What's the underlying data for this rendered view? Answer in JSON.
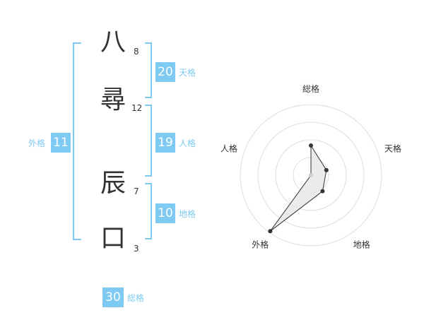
{
  "name_chars": [
    {
      "char": "八",
      "strokes": "8"
    },
    {
      "char": "尋",
      "strokes": "12"
    },
    {
      "char": "辰",
      "strokes": "7"
    },
    {
      "char": "口",
      "strokes": "3"
    }
  ],
  "fortunes": {
    "tenkaku": {
      "value": "20",
      "label": "天格"
    },
    "jinkaku": {
      "value": "19",
      "label": "人格"
    },
    "chikaku": {
      "value": "10",
      "label": "地格"
    },
    "gaikaku": {
      "value": "11",
      "label": "外格"
    },
    "soukaku": {
      "value": "30",
      "label": "総格"
    }
  },
  "colors": {
    "accent": "#7fcaf2",
    "text": "#333333",
    "radar_fill": "#e6e6e6",
    "radar_ring": "#dddddd",
    "radar_point": "#333333"
  },
  "chart_data": {
    "type": "radar",
    "axes": [
      "総格",
      "天格",
      "地格",
      "外格",
      "人格"
    ],
    "values": [
      0.42,
      0.23,
      0.28,
      0.98,
      0.0
    ],
    "max": 1.0,
    "rings": 4
  }
}
